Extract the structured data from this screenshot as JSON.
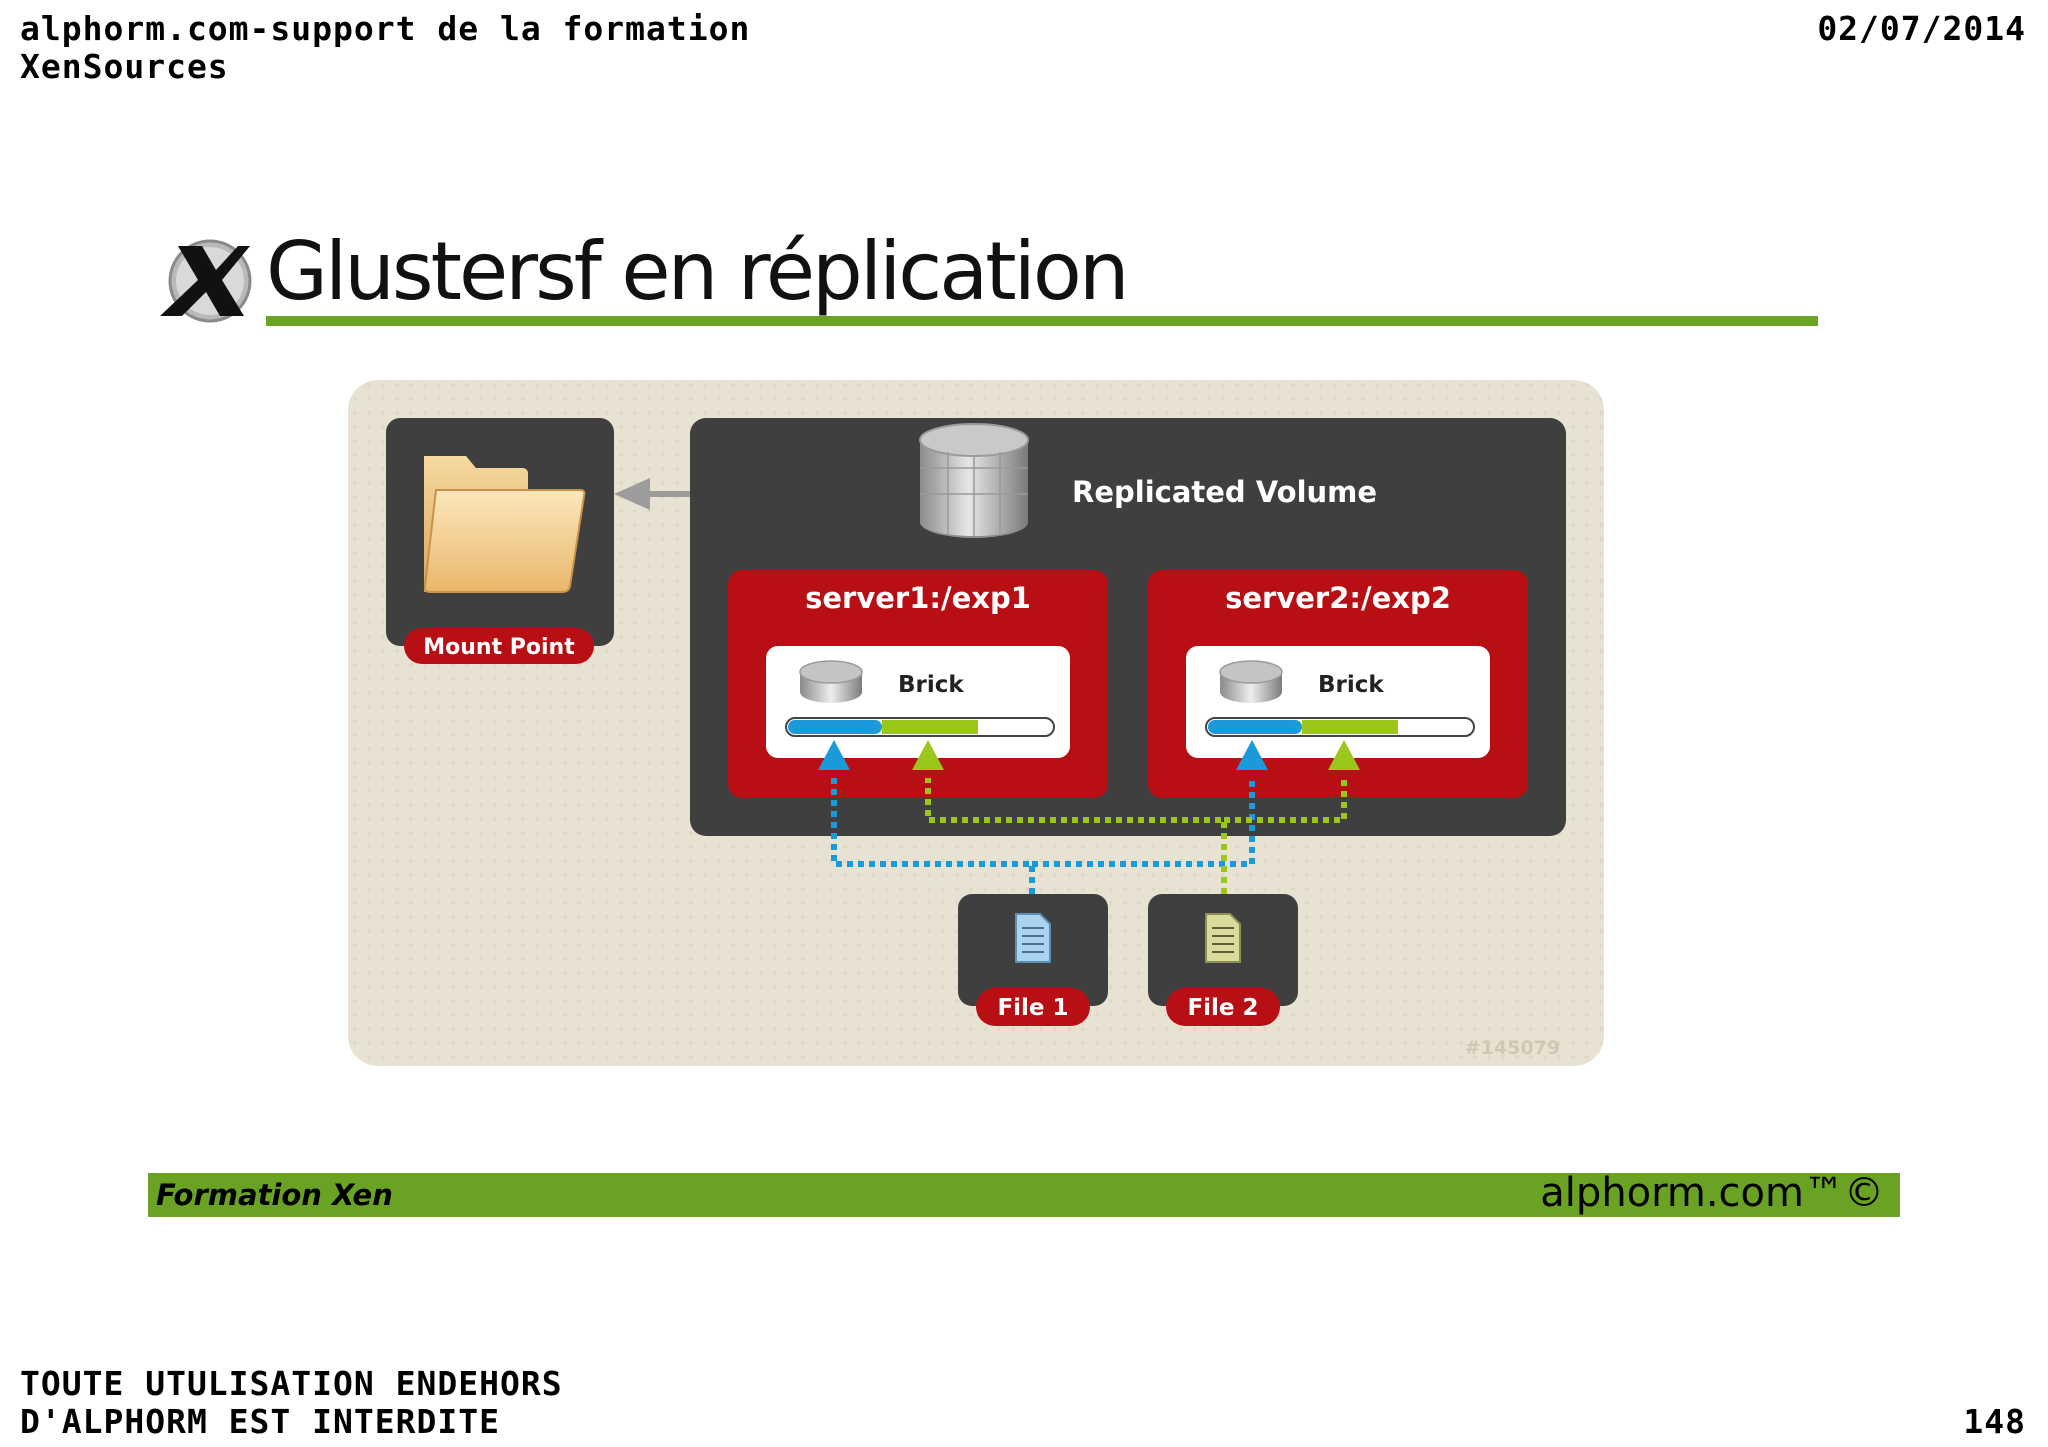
{
  "header": {
    "left_line1": "alphorm.com-support de la formation",
    "left_line2": "XenSources",
    "date": "02/07/2014"
  },
  "slide": {
    "title": "Glustersf en réplication",
    "logo_icon": "xen-x-logo-icon"
  },
  "diagram": {
    "volume_label": "Replicated Volume",
    "mount_point_label": "Mount Point",
    "servers": [
      {
        "label": "server1:/exp1",
        "brick_label": "Brick"
      },
      {
        "label": "server2:/exp2",
        "brick_label": "Brick"
      }
    ],
    "files": [
      {
        "label": "File 1"
      },
      {
        "label": "File 2"
      }
    ],
    "image_id": "#145079",
    "colors": {
      "background": "#e8e2d2",
      "dark_box": "#3f3f3f",
      "red": "#b80f14",
      "blue": "#1a9ad9",
      "green": "#9bc61c"
    }
  },
  "footer": {
    "course": "Formation Xen",
    "brand": "alphorm.com™©",
    "notice_line1": "TOUTE UTULISATION ENDEHORS",
    "notice_line2": "D'ALPHORM EST INTERDITE",
    "page_number": "148"
  },
  "colors": {
    "accent_green": "#6aa223"
  }
}
